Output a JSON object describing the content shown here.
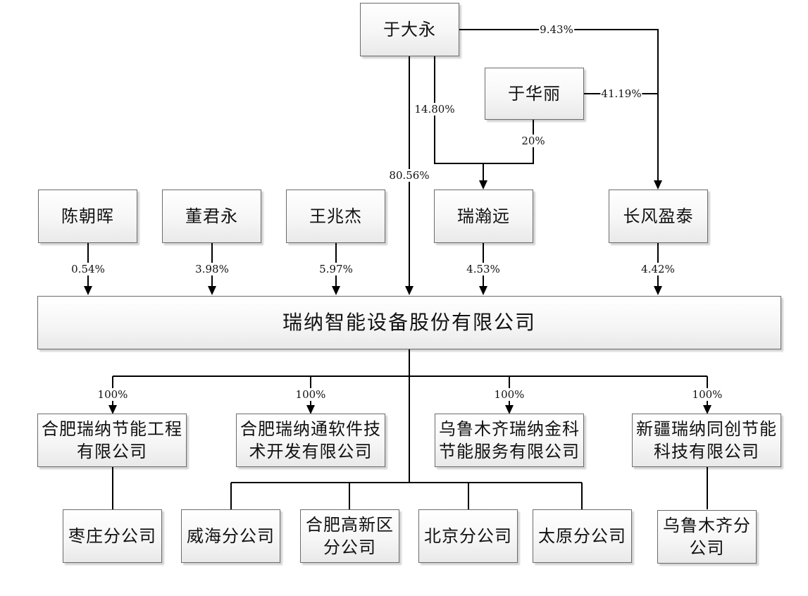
{
  "diagram": {
    "title": "瑞纳智能设备股份有限公司 股权结构图",
    "top_shareholders": {
      "yu_dayong": "于大永",
      "yu_huali": "于华丽"
    },
    "intermediate_holders": {
      "chen_chaohui": "陈朝晖",
      "dong_junyong": "董君永",
      "wang_zhaojie": "王兆杰",
      "ruihanyuan": "瑞瀚远",
      "changfeng_yingtai": "长风盈泰"
    },
    "company": "瑞纳智能设备股份有限公司",
    "subsidiaries": [
      {
        "line1": "合肥瑞纳节能工程",
        "line2": "有限公司",
        "pct": "100%"
      },
      {
        "line1": "合肥瑞纳通软件技",
        "line2": "术开发有限公司",
        "pct": "100%"
      },
      {
        "line1": "乌鲁木齐瑞纳金科",
        "line2": "节能服务有限公司",
        "pct": "100%"
      },
      {
        "line1": "新疆瑞纳同创节能",
        "line2": "科技有限公司",
        "pct": "100%"
      }
    ],
    "branches": [
      {
        "line1": "枣庄分公司",
        "line2": ""
      },
      {
        "line1": "威海分公司",
        "line2": ""
      },
      {
        "line1": "合肥高新区",
        "line2": "分公司"
      },
      {
        "line1": "北京分公司",
        "line2": ""
      },
      {
        "line1": "太原分公司",
        "line2": ""
      },
      {
        "line1": "乌鲁木齐分",
        "line2": "公司"
      }
    ],
    "edges": {
      "yudayong_to_company": "80.56%",
      "yudayong_to_ruihanyuan": "14.80%",
      "yudayong_to_changfeng": "9.43%",
      "yuhuali_to_ruihanyuan": "20%",
      "yuhuali_to_changfeng": "41.19%",
      "chen_to_company": "0.54%",
      "dong_to_company": "3.98%",
      "wang_to_company": "5.97%",
      "ruihanyuan_to_company": "4.53%",
      "changfeng_to_company": "4.42%"
    }
  }
}
